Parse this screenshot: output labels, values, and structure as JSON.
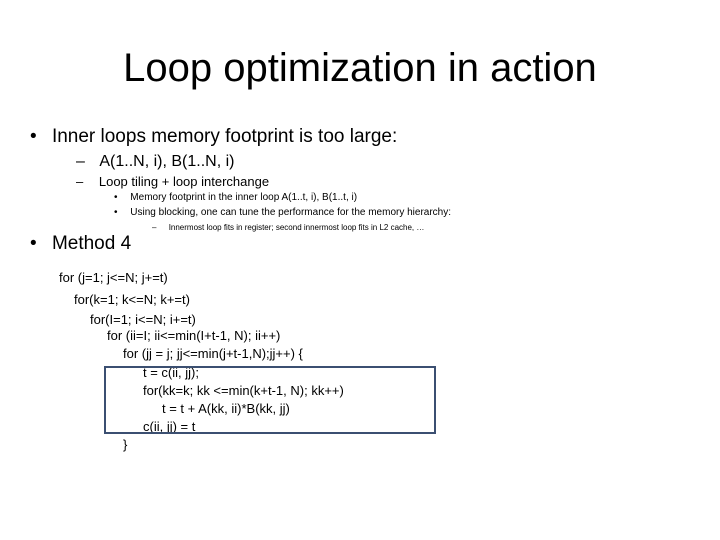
{
  "slide": {
    "title": "Loop optimization in action",
    "bullets": {
      "b1_mark": "•",
      "b1_text": "Inner loops memory footprint is too large:",
      "b1a_mark": "–",
      "b1a_text": "A(1..N, i), B(1..N, i)",
      "b1b_mark": "–",
      "b1b_text": "Loop tiling + loop interchange",
      "b1b1_mark": "•",
      "b1b1_text": "Memory footprint in the inner loop A(1..t, i), B(1..t, i)",
      "b1b2_mark": "•",
      "b1b2_text": "Using blocking, one can tune the performance for the memory hierarchy:",
      "b1b2a_mark": "–",
      "b1b2a_text": "Innermost loop fits in register; second innermost loop fits in L2 cache, …",
      "b2_mark": "•",
      "b2_text": "Method 4"
    },
    "code": [
      "for (j=1; j<=N; j+=t)",
      "for(k=1; k<=N; k+=t)",
      "for(I=1; i<=N; i+=t)",
      "for (ii=I; ii<=min(I+t-1, N); ii++)",
      "for (jj = j; jj<=min(j+t-1,N);jj++) {",
      "t = c(ii, jj);",
      "for(kk=k; kk <=min(k+t-1, N); kk++)",
      "t = t + A(kk, ii)*B(kk, jj)",
      "c(ii, jj) = t",
      "}"
    ],
    "box_color": "#3b4f71"
  }
}
